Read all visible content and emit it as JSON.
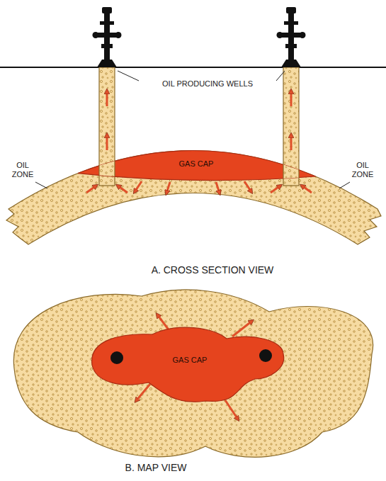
{
  "diagram": {
    "nodes": [
      {
        "text": [
          "GAS CAP"
        ]
      },
      {
        "text": [
          "GAS CAP"
        ]
      }
    ],
    "labels": [
      "OIL PRODUCING WELLS",
      "OIL ZONE",
      "OIL ZONE",
      "A. CROSS SECTION VIEW",
      "B. MAP VIEW"
    ]
  }
}
